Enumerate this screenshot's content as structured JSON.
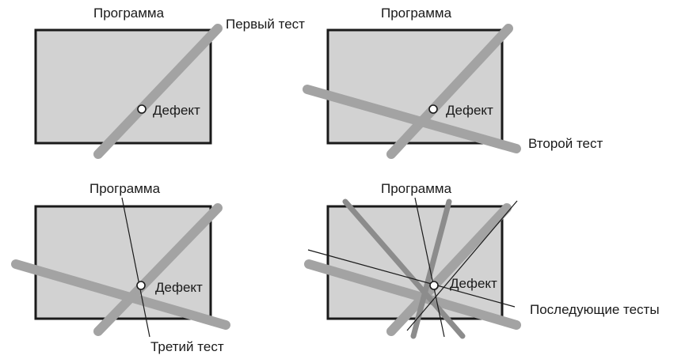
{
  "panels": [
    {
      "program_label": "Программа",
      "defect_label": "Дефект",
      "test_label": "Первый тест"
    },
    {
      "program_label": "Программа",
      "defect_label": "Дефект",
      "test_label": "Второй тест"
    },
    {
      "program_label": "Программа",
      "defect_label": "Дефект",
      "test_label": "Третий тест"
    },
    {
      "program_label": "Программа",
      "defect_label": "Дефект",
      "test_label": "Последующие тесты"
    }
  ],
  "colors": {
    "program_fill": "#d2d2d2",
    "outline": "#1a1a1a",
    "test_ray": "#a3a3a3",
    "test_ray_dark": "#8c8c8c",
    "defect_marker": "#ffffff"
  }
}
